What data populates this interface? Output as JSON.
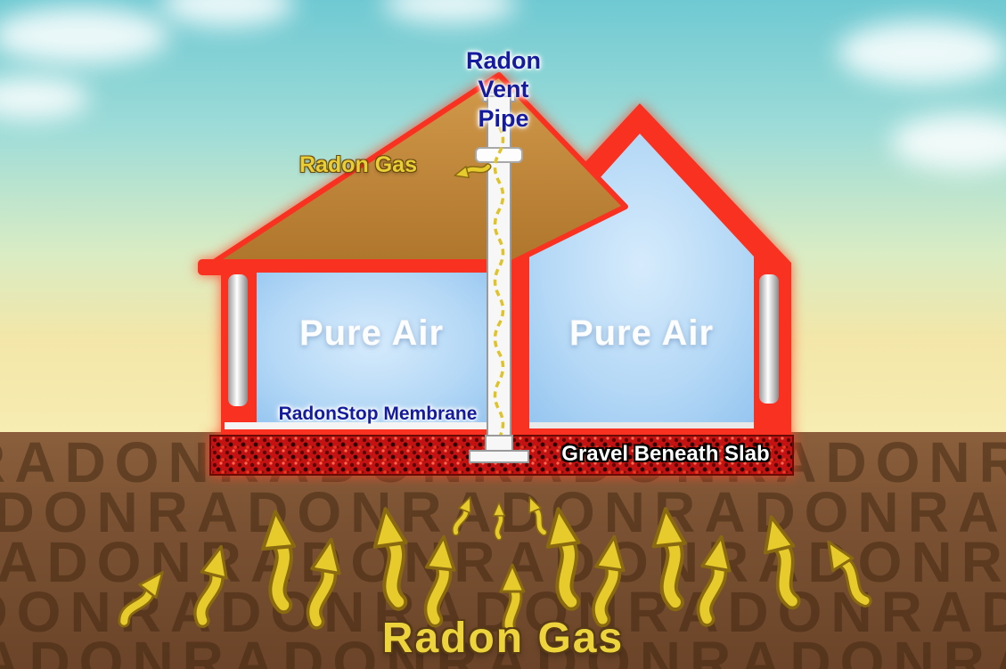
{
  "labels": {
    "vent_pipe_lines": [
      "Radon",
      "Vent",
      "Pipe"
    ],
    "radon_gas_top": "Radon Gas",
    "pure_air_left": "Pure Air",
    "pure_air_right": "Pure Air",
    "membrane": "RadonStop Membrane",
    "gravel": "Gravel Beneath Slab",
    "radon_gas_bottom": "Radon Gas"
  },
  "soil_pattern": {
    "text": "RADON",
    "repeat": 14,
    "rows": 5
  },
  "colors": {
    "sky_top": "#6fc9d2",
    "sky_horizon": "#f7ecb2",
    "soil_brown": "#7a5132",
    "soil_text_brown": "#402610",
    "house_red": "#f93120",
    "roof_tan": "#c08436",
    "room_blue": "#b4d8f6",
    "arrow_yellow": "#e7cb2c",
    "label_navy": "#141b9c",
    "label_yellow": "#e9cf36",
    "label_white": "#ffffff"
  }
}
